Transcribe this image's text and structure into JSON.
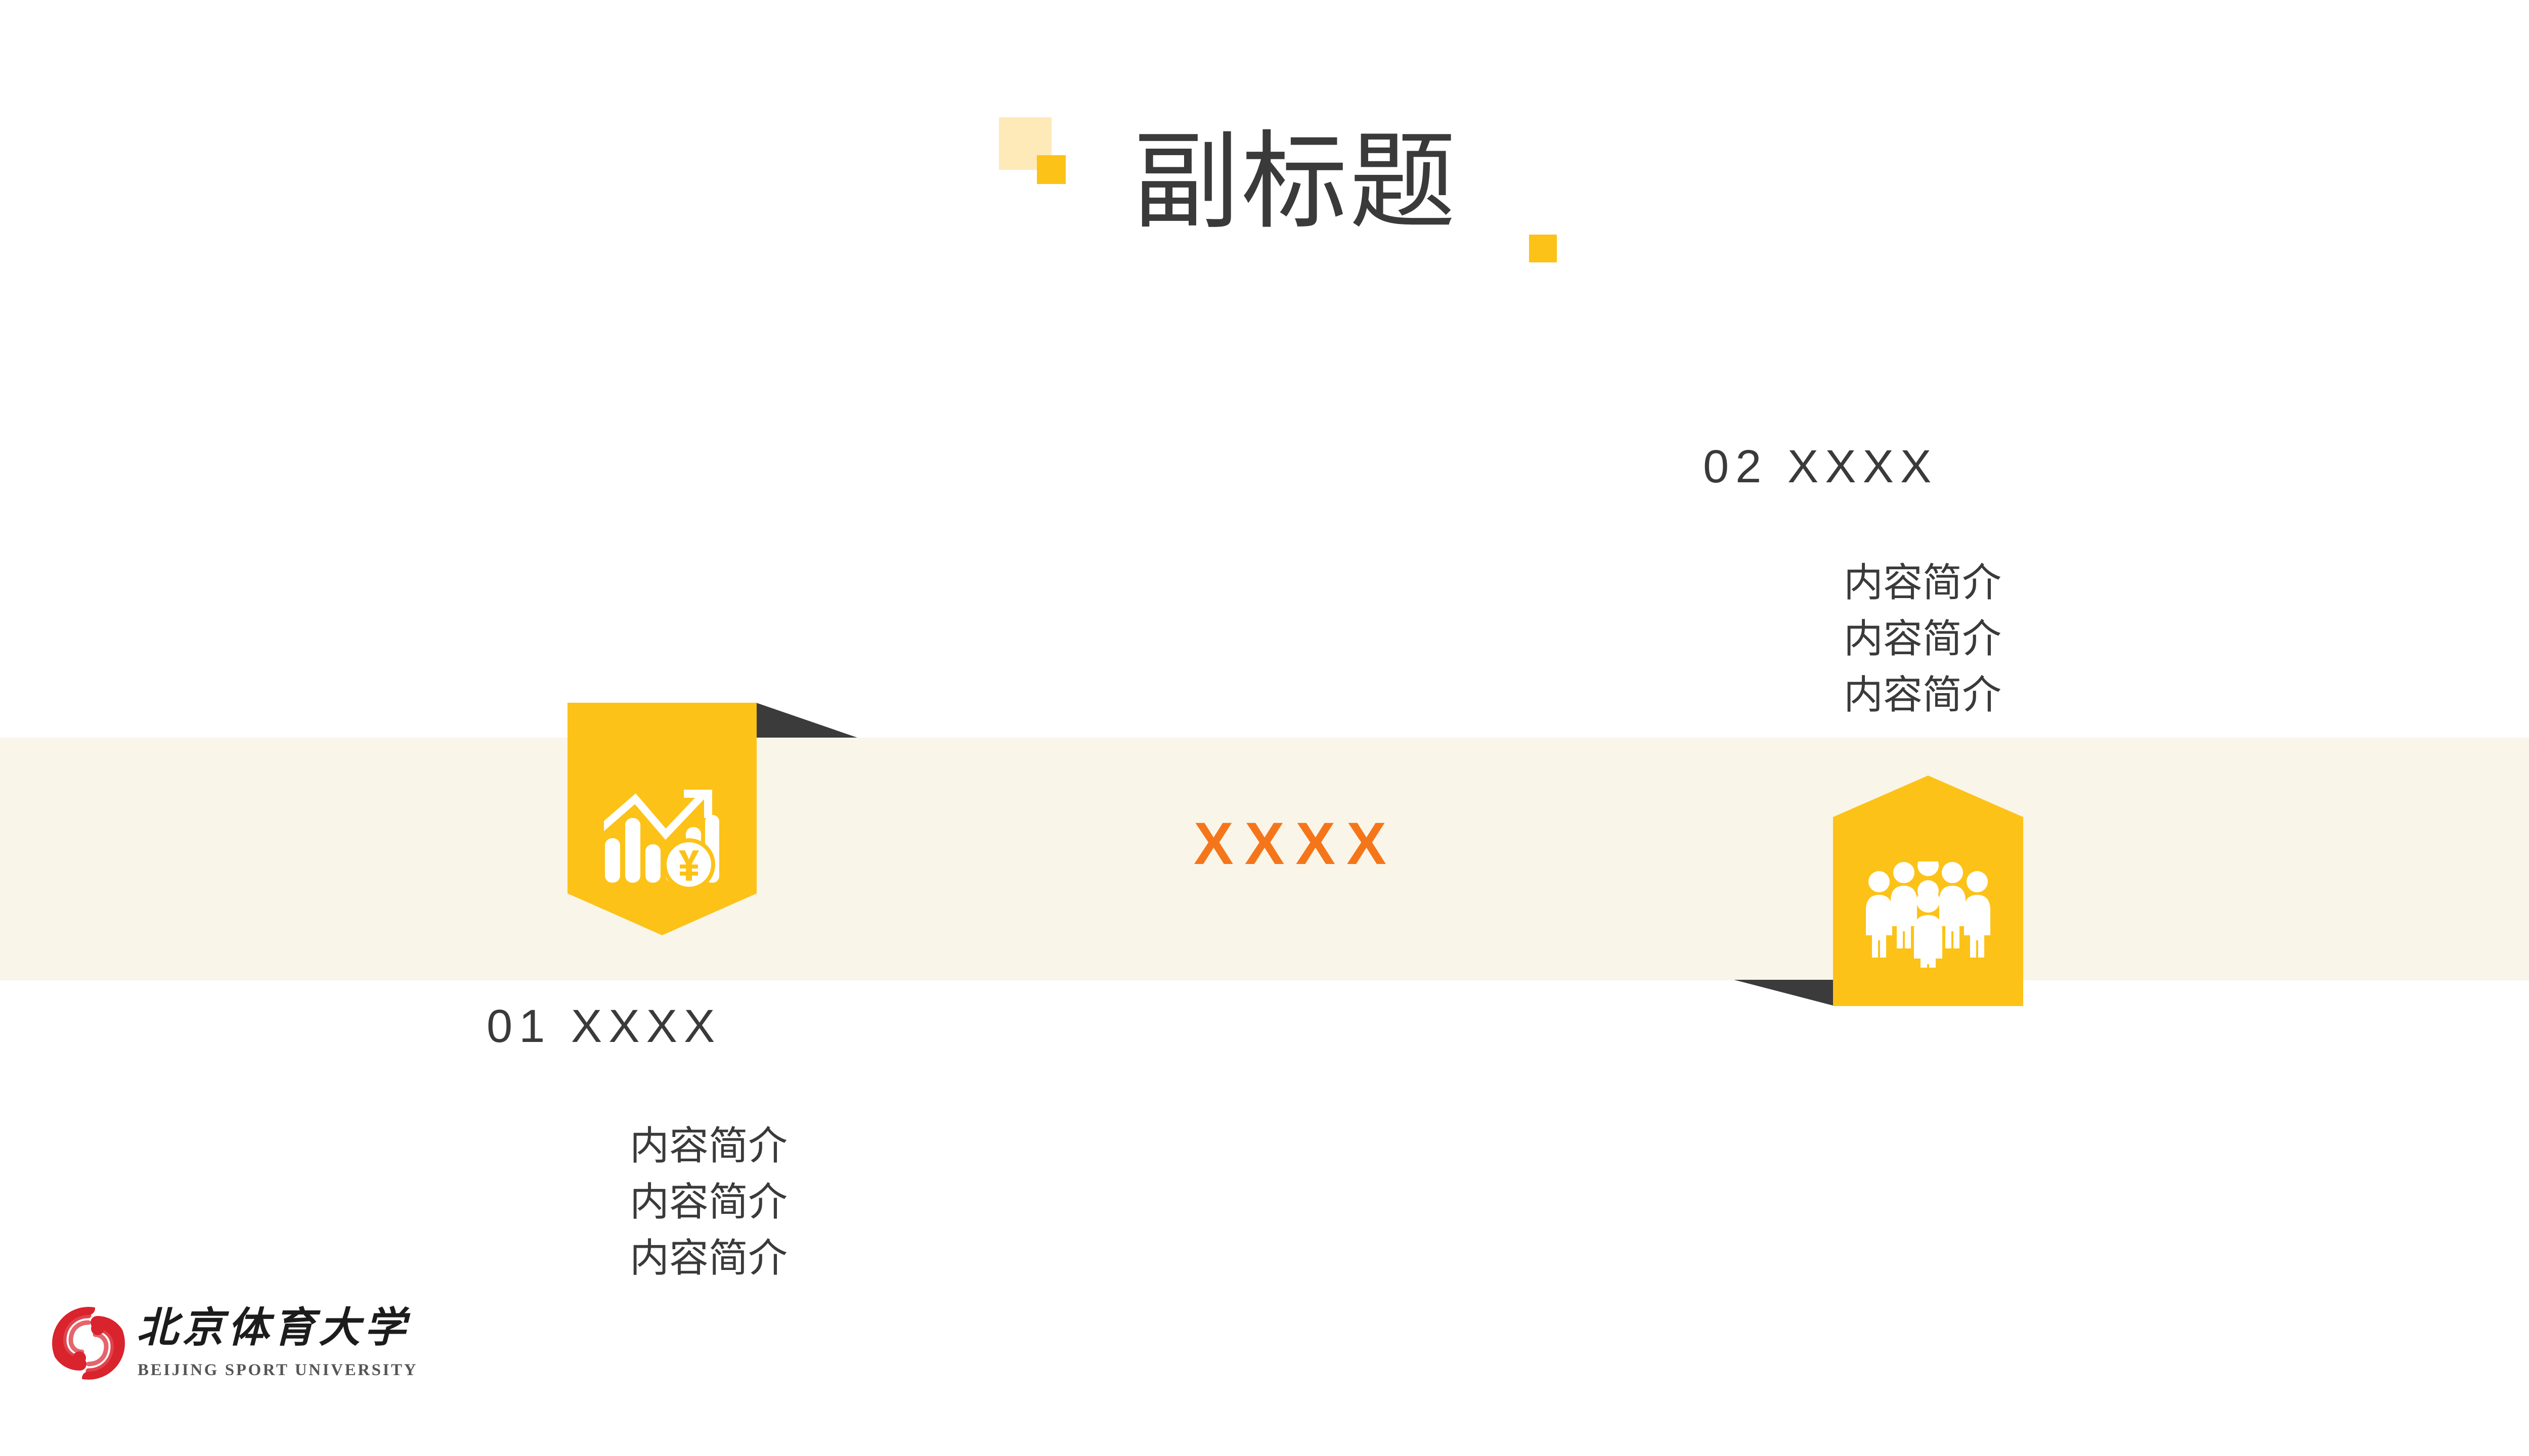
{
  "slide": {
    "title": "副标题",
    "band_label": "XXXX"
  },
  "colors": {
    "yellow": "#fcc217",
    "cream_square": "#fdeab8",
    "band": "#faf5e9",
    "orange": "#f5761a",
    "dark": "#3b3b3b",
    "logo_red": "#d9232d"
  },
  "decorations": {
    "square_cream": "cream-square",
    "square_yellow_a": "yellow-square",
    "square_yellow_b": "yellow-square"
  },
  "sections": [
    {
      "heading": "01 XXXX",
      "icon": "growth-chart-yen-icon",
      "lines": [
        "内容简介",
        "内容简介",
        "内容简介"
      ]
    },
    {
      "heading": "02 XXXX",
      "icon": "people-group-icon",
      "lines": [
        "内容简介",
        "内容简介",
        "内容简介"
      ]
    }
  ],
  "footer": {
    "logo_cn": "北京体育大学",
    "logo_en": "BEIJING SPORT UNIVERSITY",
    "logo_mark": "red-swirl-emblem"
  }
}
